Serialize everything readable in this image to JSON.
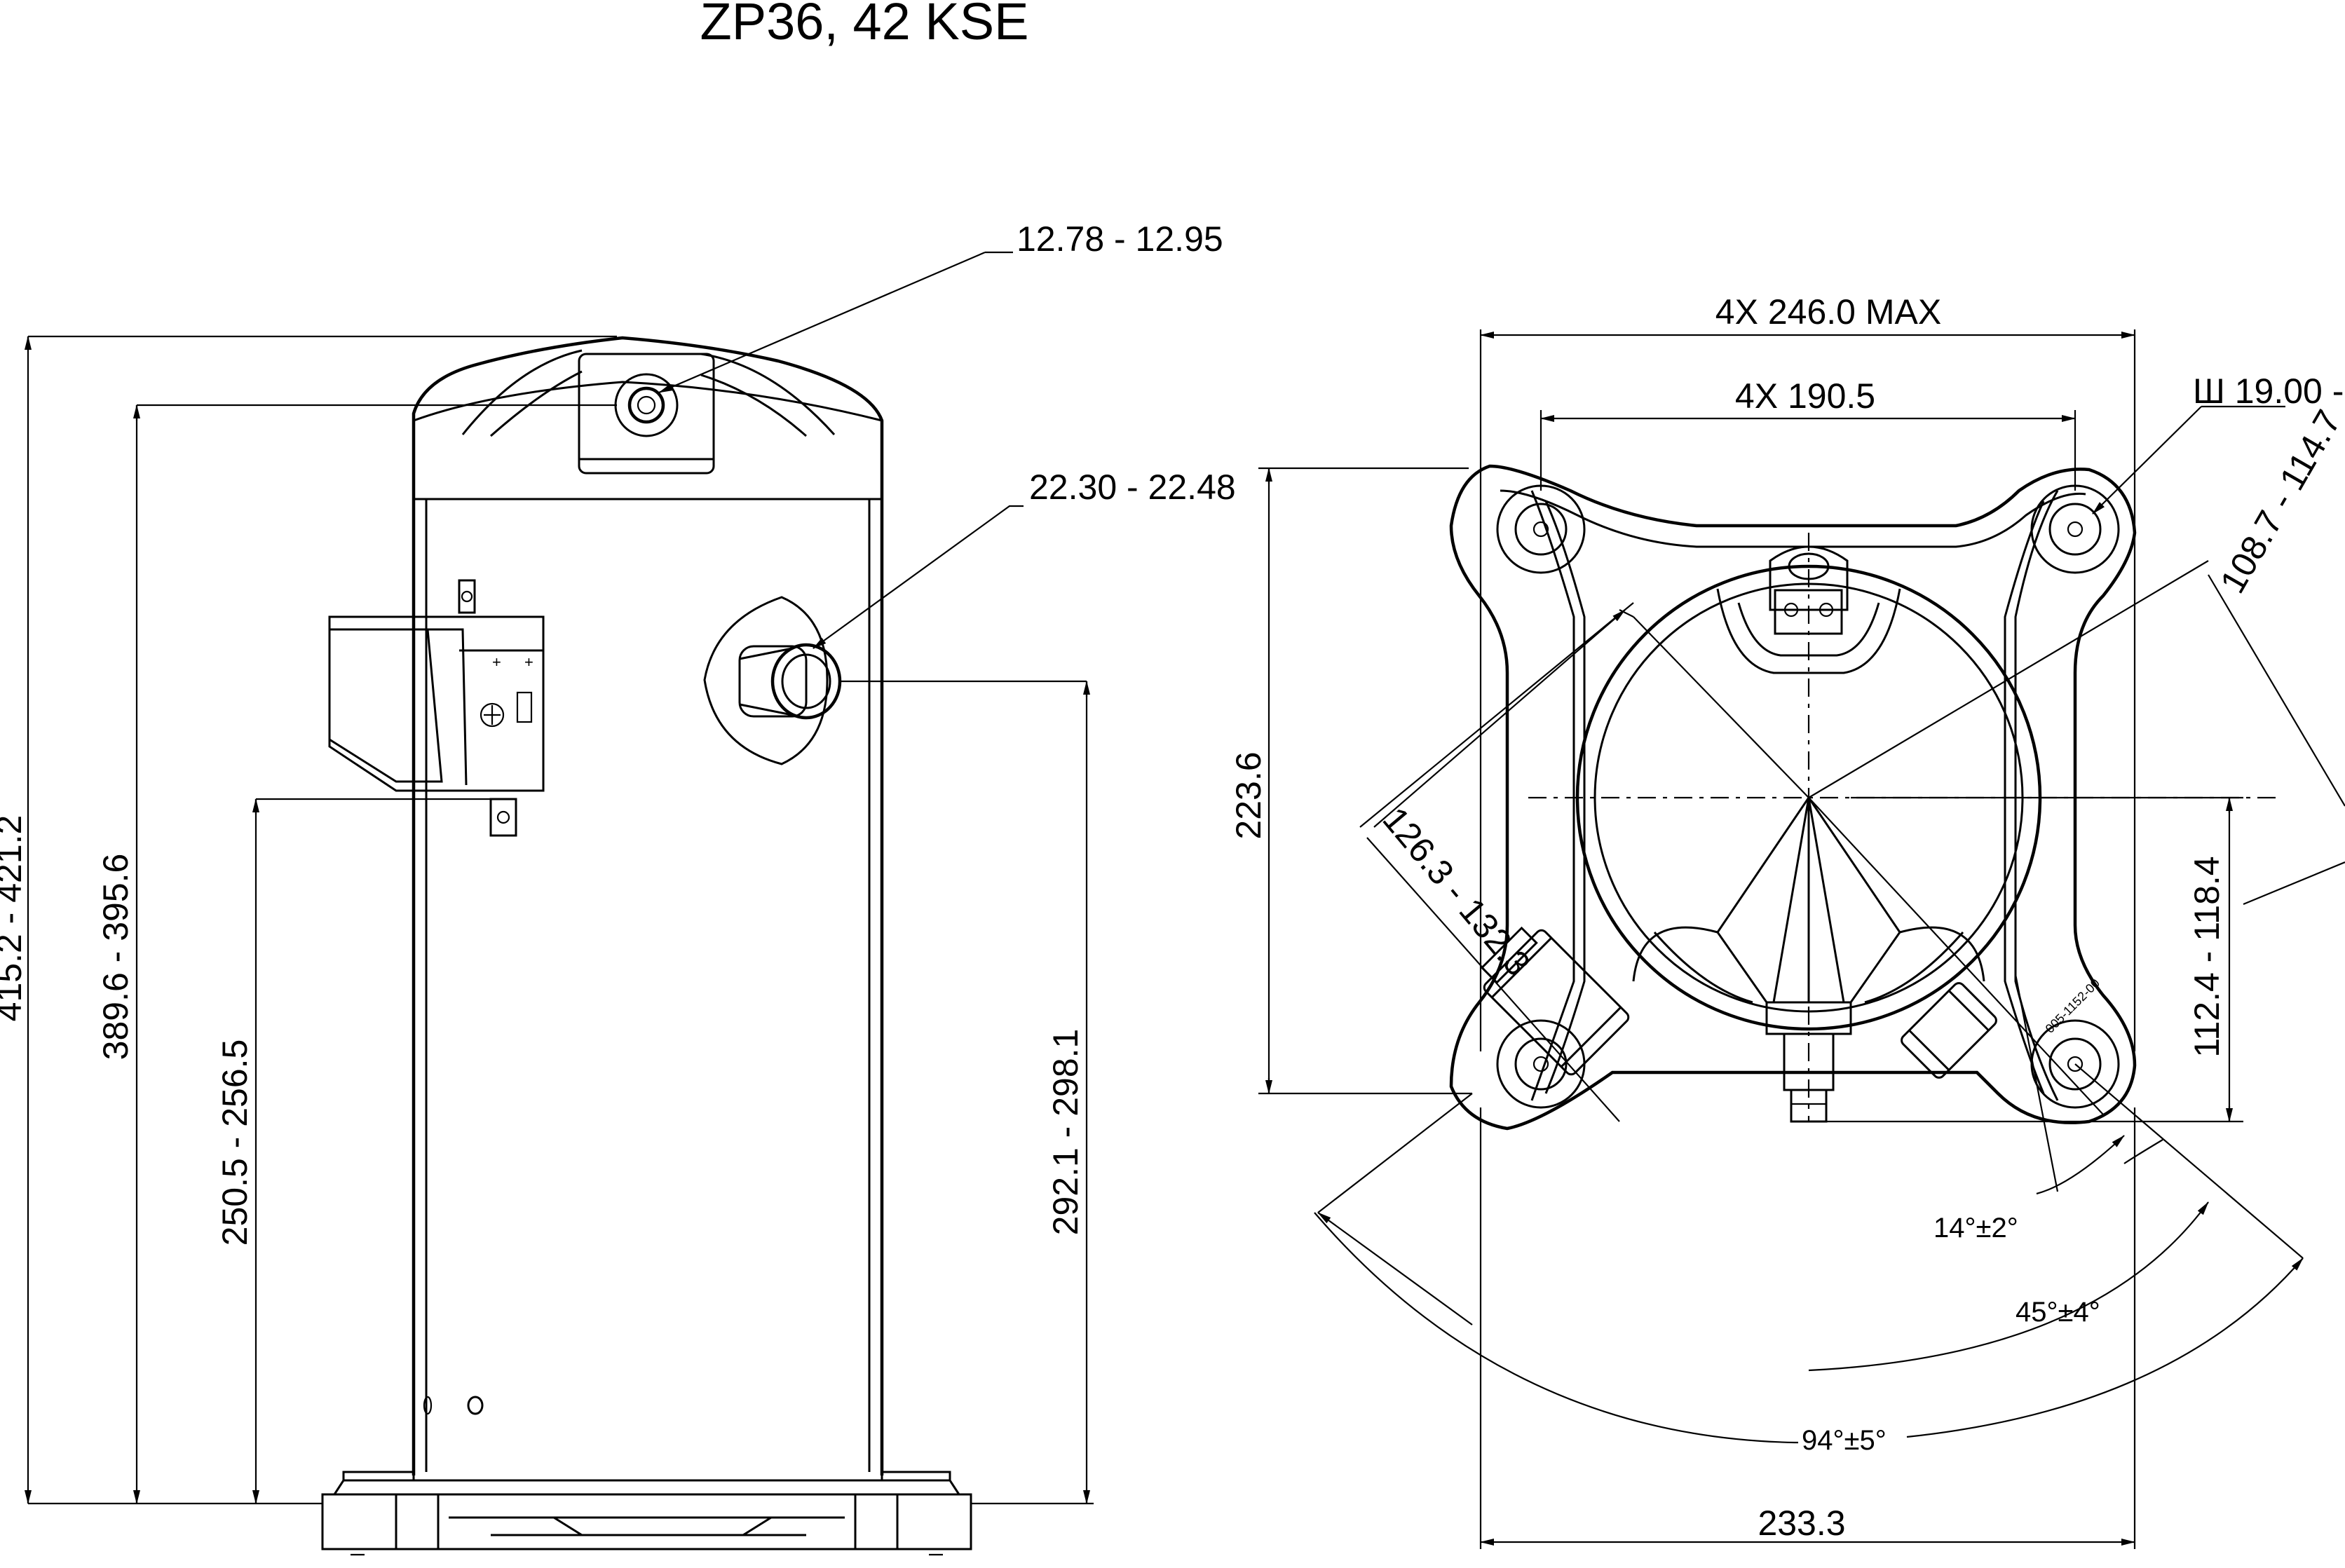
{
  "title": "ZP36, 42 KSE",
  "side_view": {
    "dims": {
      "fitting_top": "12.78 - 12.95",
      "fitting_side": "22.30 - 22.48",
      "overall_height": "415.2 - 421.2",
      "top_fitting_height": "389.6 - 395.6",
      "terminal_box_height": "250.5 - 256.5",
      "side_fitting_height": "292.1 - 298.1"
    }
  },
  "plan_view": {
    "dims": {
      "mount_max": "4X 246.0 MAX",
      "mount_spacing": "4X 190.5",
      "hole_dia": "Ш 19.00 -",
      "radius_a": "108.7 - 114.7",
      "depth": "223.6",
      "radius_b": "126.3 - 132.3",
      "offset": "112.4 - 118.4",
      "base_width": "233.3"
    },
    "angles": {
      "a14": "14°±2°",
      "a45": "45°±4°",
      "a94": "94°±5°"
    },
    "part_label": "005-1152-00"
  }
}
